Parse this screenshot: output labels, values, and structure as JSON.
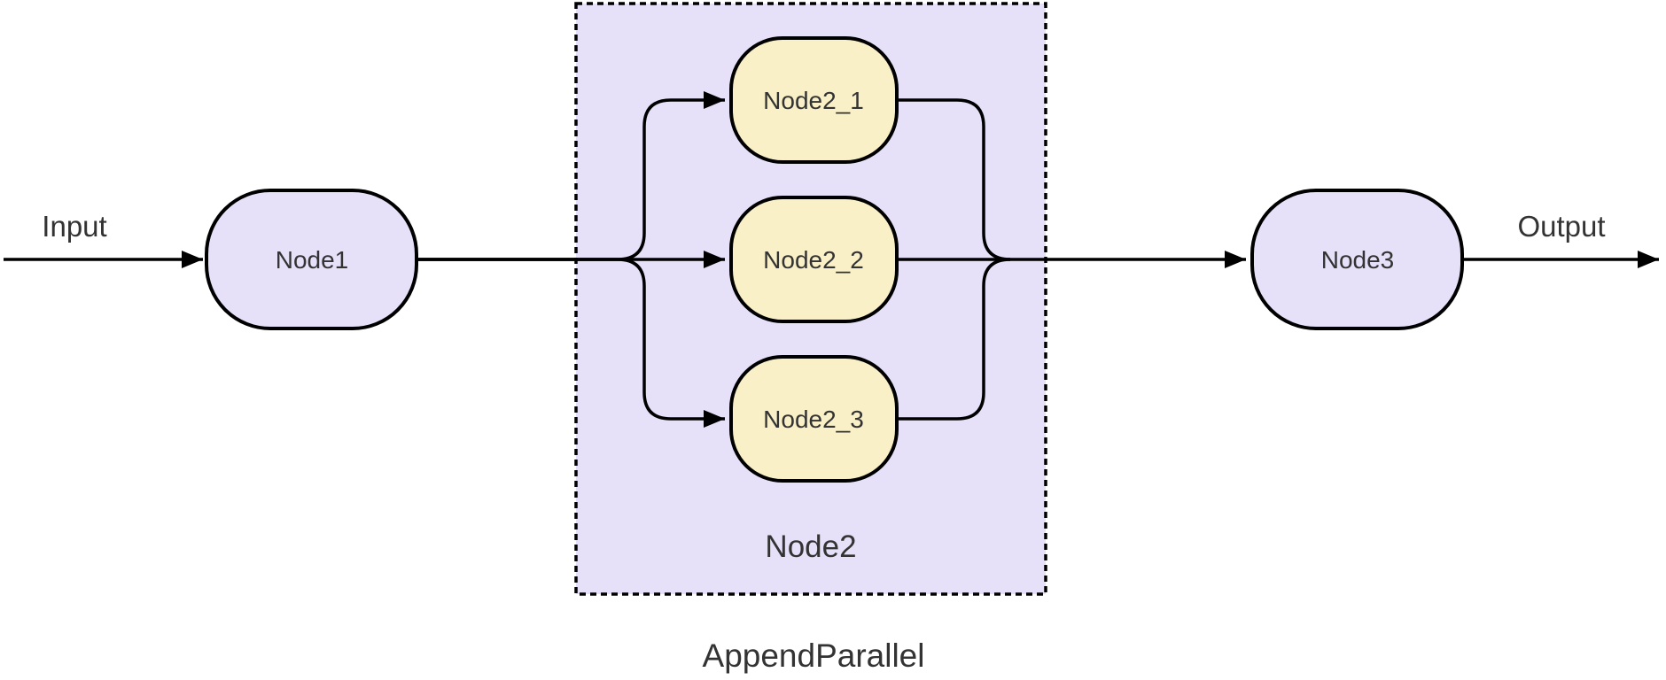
{
  "diagram": {
    "caption": "AppendParallel",
    "edge_labels": {
      "input": "Input",
      "output": "Output"
    },
    "nodes": {
      "start": "Node1",
      "end": "Node3"
    },
    "cluster": {
      "label": "Node2",
      "children": [
        "Node2_1",
        "Node2_2",
        "Node2_3"
      ]
    },
    "colors": {
      "lavender_fill": "#E6E0F9",
      "cream_fill": "#FAF0C8",
      "stroke": "#000000",
      "text": "#333333",
      "canvas": "#FFFFFF"
    }
  }
}
